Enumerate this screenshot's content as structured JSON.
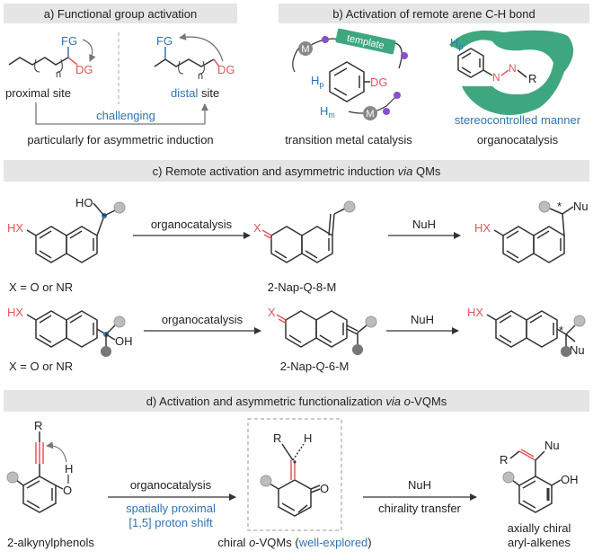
{
  "panel_a": {
    "title": "a) Functional group activation",
    "fg": "FG",
    "n": "n",
    "dg": "DG",
    "proximal": "proximal site",
    "distal_word": "distal",
    "distal_rest": " site",
    "challenging": "challenging",
    "note": "particularly for asymmetric induction"
  },
  "panel_b": {
    "title": "b) Activation of remote arene C-H bond",
    "m": "M",
    "template": "template",
    "dg": "DG",
    "hp": "H",
    "hp_sub": "p",
    "hm": "H",
    "hm_sub": "m",
    "n1": "N",
    "n2": "N",
    "r": "R",
    "tm_caption": "transition metal catalysis",
    "stereo": "stereocontrolled manner",
    "organo": "organocatalysis"
  },
  "panel_c": {
    "title_pre": "c) Remote activation and asymmetric induction ",
    "title_via": "via",
    "title_post": " QMs",
    "ho": "HO",
    "hx": "HX",
    "x": "X",
    "oh": "OH",
    "nu": "Nu",
    "star": "*",
    "organocatalysis": "organocatalysis",
    "nuh": "NuH",
    "x_def": "X = O or NR",
    "q8": "2-Nap-Q-8-M",
    "q6": "2-Nap-Q-6-M"
  },
  "panel_d": {
    "title_pre": "d) Activation and asymmetric functionalization ",
    "title_via": "via",
    "title_o": "o",
    "title_post": "-VQMs",
    "r": "R",
    "h": "H",
    "o": "O",
    "oh": "OH",
    "nu": "Nu",
    "organocatalysis": "organocatalysis",
    "spatial1": "spatially proximal",
    "spatial2": "[1,5] proton shift",
    "nuh": "NuH",
    "chirality": "chirality transfer",
    "alkynyl": "2-alkynylphenols",
    "chiral_pre": "chiral ",
    "chiral_o": "o",
    "chiral_post": "-VQMs (",
    "well": "well-explored",
    "close": ")",
    "axial1": "axially chiral",
    "axial2": "aryl-alkenes"
  },
  "colors": {
    "header_bg": "#e5e5e5",
    "blue": "#2f74b5",
    "red": "#e0585a",
    "green": "#3fa780",
    "purple": "#8b4fc7",
    "dark": "#333333",
    "grey_ball": "#bdbdbd"
  }
}
